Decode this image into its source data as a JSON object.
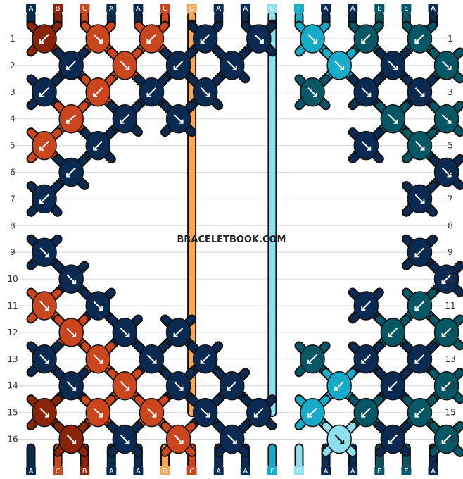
{
  "watermark": "BRACELETBOOK.COM",
  "colors": {
    "A": "#0b2a52",
    "B": "#8a2409",
    "C": "#c9461f",
    "D": "#f6a855",
    "E": "#055766",
    "F": "#16abc9",
    "G": "#8fe0ef"
  },
  "grid_color": "#d8d8d8",
  "top_strings": [
    "A",
    "B",
    "C",
    "A",
    "A",
    "C",
    "D",
    "A",
    "A",
    "G",
    "F",
    "A",
    "A",
    "E",
    "E",
    "A"
  ],
  "bottom_strings": [
    "A",
    "C",
    "B",
    "A",
    "A",
    "D",
    "C",
    "A",
    "A",
    "F",
    "G",
    "A",
    "A",
    "E",
    "E",
    "A"
  ],
  "row_labels": [
    "1",
    "2",
    "3",
    "4",
    "5",
    "6",
    "7",
    "8",
    "9",
    "10",
    "11",
    "12",
    "13",
    "14",
    "15",
    "16"
  ],
  "knots": [
    [
      {
        "c": "B",
        "d": "bl"
      },
      {
        "c": "C",
        "d": "br"
      },
      {
        "c": "C",
        "d": "bl"
      },
      {
        "c": "A",
        "d": "bl"
      },
      {
        "c": "A",
        "d": "br"
      },
      {
        "c": "F",
        "d": "br"
      },
      {
        "c": "E",
        "d": "bl"
      },
      {
        "c": "E",
        "d": "bl"
      }
    ],
    [
      {
        "c": "A",
        "d": "bl"
      },
      {
        "c": "C",
        "d": "br"
      },
      {
        "c": "A",
        "d": "bl"
      },
      {
        "c": "A",
        "d": "br"
      },
      {
        "c": "F",
        "d": "br"
      },
      {
        "c": "A",
        "d": "br"
      },
      {
        "c": "E",
        "d": "br"
      }
    ],
    [
      {
        "c": "A",
        "d": "bl"
      },
      {
        "c": "C",
        "d": "bl"
      },
      {
        "c": "A",
        "d": "bl"
      },
      {
        "c": "A",
        "d": "br"
      },
      {
        "c": "E",
        "d": "br"
      },
      {
        "c": "A",
        "d": "br"
      },
      {
        "c": "A",
        "d": "br"
      }
    ],
    [
      {
        "c": "C",
        "d": "bl"
      },
      {
        "c": "A",
        "d": "bl"
      },
      {
        "c": "A",
        "d": "br"
      },
      {
        "c": "E",
        "d": "br"
      },
      {
        "c": "E",
        "d": "br"
      }
    ],
    [
      {
        "c": "C",
        "d": "bl"
      },
      {
        "c": "A",
        "d": "bl"
      },
      {
        "c": "A",
        "d": "br"
      },
      {
        "c": "E",
        "d": "br"
      }
    ],
    [
      {
        "c": "A",
        "d": "bl"
      },
      {
        "c": "A",
        "d": "br"
      }
    ],
    [
      {
        "c": "A",
        "d": "bl"
      },
      {
        "c": "A",
        "d": "br"
      }
    ],
    [],
    [
      {
        "c": "A",
        "d": "br"
      },
      {
        "c": "A",
        "d": "bl"
      }
    ],
    [
      {
        "c": "A",
        "d": "br"
      },
      {
        "c": "A",
        "d": "bl"
      }
    ],
    [
      {
        "c": "C",
        "d": "br"
      },
      {
        "c": "A",
        "d": "br"
      },
      {
        "c": "A",
        "d": "bl"
      },
      {
        "c": "E",
        "d": "bl"
      }
    ],
    [
      {
        "c": "C",
        "d": "br"
      },
      {
        "c": "A",
        "d": "br"
      },
      {
        "c": "A",
        "d": "bl"
      },
      {
        "c": "E",
        "d": "bl"
      },
      {
        "c": "E",
        "d": "bl"
      }
    ],
    [
      {
        "c": "A",
        "d": "br"
      },
      {
        "c": "C",
        "d": "br"
      },
      {
        "c": "A",
        "d": "br"
      },
      {
        "c": "A",
        "d": "bl"
      },
      {
        "c": "E",
        "d": "bl"
      },
      {
        "c": "A",
        "d": "bl"
      },
      {
        "c": "A",
        "d": "bl"
      }
    ],
    [
      {
        "c": "A",
        "d": "br"
      },
      {
        "c": "C",
        "d": "br"
      },
      {
        "c": "A",
        "d": "br"
      },
      {
        "c": "A",
        "d": "bl"
      },
      {
        "c": "F",
        "d": "bl"
      },
      {
        "c": "A",
        "d": "bl"
      },
      {
        "c": "E",
        "d": "bl"
      }
    ],
    [
      {
        "c": "B",
        "d": "br"
      },
      {
        "c": "C",
        "d": "br"
      },
      {
        "c": "C",
        "d": "br"
      },
      {
        "c": "A",
        "d": "br"
      },
      {
        "c": "A",
        "d": "bl"
      },
      {
        "c": "F",
        "d": "bl"
      },
      {
        "c": "E",
        "d": "bl"
      },
      {
        "c": "E",
        "d": "bl"
      }
    ],
    [
      {
        "c": "B",
        "d": "br"
      },
      {
        "c": "A",
        "d": "br"
      },
      {
        "c": "C",
        "d": "br"
      },
      {
        "c": "A",
        "d": "br"
      },
      {
        "c": "G",
        "d": "br"
      },
      {
        "c": "A",
        "d": "bl"
      },
      {
        "c": "E",
        "d": "bl"
      }
    ]
  ]
}
